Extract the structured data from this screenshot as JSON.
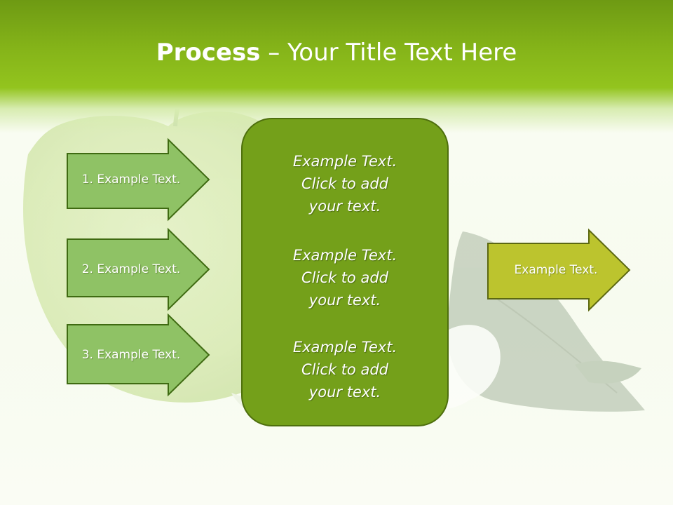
{
  "title": {
    "bold": "Process",
    "rest": " – Your Title Text Here"
  },
  "steps": [
    {
      "label": "1. Example Text."
    },
    {
      "label": "2. Example Text."
    },
    {
      "label": "3. Example Text."
    }
  ],
  "center_box": {
    "paragraphs": [
      "Example Text.\nClick  to add\nyour text.",
      "Example Text.\nClick  to add\nyour text.",
      "Example Text.\nClick  to add\nyour text."
    ]
  },
  "output": {
    "label": "Example Text."
  },
  "colors": {
    "header_green": "#85b419",
    "step_arrow_fill": "#8fc265",
    "step_arrow_border": "#3f6b12",
    "center_box_fill": "#74a01a",
    "output_arrow_fill": "#bcc42e"
  },
  "background_image": "green-apple-with-leaves-and-blossom"
}
